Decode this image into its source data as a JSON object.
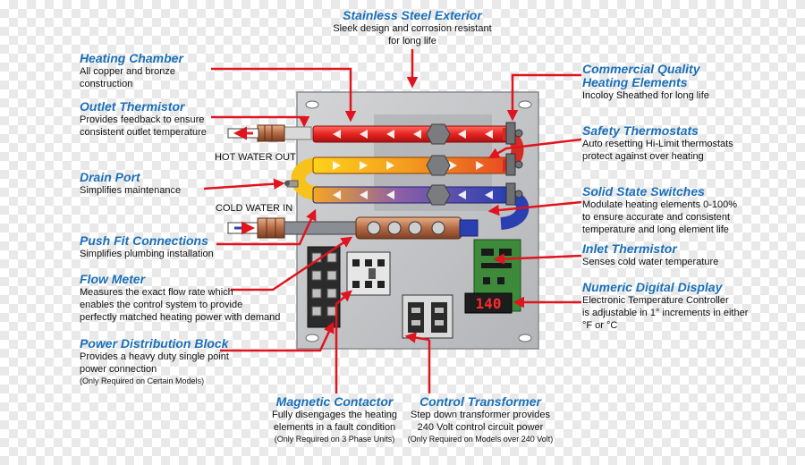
{
  "colors": {
    "callout_title": "#1a6fb8",
    "arrow": "#e0141e",
    "panel": "#c6c7c9",
    "hot_pipe": "#e52421",
    "cold_pipe": "#2a3fb0",
    "display_bg": "#1d1d1d",
    "display_digits": "#ff2a2a"
  },
  "labels": {
    "stainless": {
      "title": "Stainless Steel Exterior",
      "lines": [
        "Sleek design and corrosion resistant",
        "for long life"
      ]
    },
    "heating_chamber": {
      "title": "Heating Chamber",
      "lines": [
        "All copper and bronze",
        "construction"
      ]
    },
    "outlet_thermistor": {
      "title": "Outlet Thermistor",
      "lines": [
        "Provides feedback to ensure",
        "consistent outlet temperature"
      ]
    },
    "drain_port": {
      "title": "Drain Port",
      "lines": [
        "Simplifies maintenance"
      ]
    },
    "push_fit": {
      "title": "Push Fit Connections",
      "lines": [
        "Simplifies plumbing installation"
      ]
    },
    "flow_meter": {
      "title": "Flow Meter",
      "lines": [
        "Measures the exact flow rate which",
        "enables the control system to provide",
        "perfectly matched heating power with demand"
      ]
    },
    "power_distribution": {
      "title": "Power Distribution Block",
      "lines": [
        "Provides a heavy duty single point",
        "power connection"
      ],
      "note": "(Only Required on Certain Models)"
    },
    "magnetic_contactor": {
      "title": "Magnetic Contactor",
      "lines": [
        "Fully disengages the heating",
        "elements in a fault condition"
      ],
      "note": "(Only Required on 3 Phase Units)"
    },
    "control_transformer": {
      "title": "Control Transformer",
      "lines": [
        "Step down transformer provides",
        "240 Volt control circuit power"
      ],
      "note": "(Only Required on Models over 240 Volt)"
    },
    "commercial_elements": {
      "title": "Commercial Quality",
      "title2": "Heating Elements",
      "lines": [
        "Incoloy Sheathed for long life"
      ]
    },
    "safety_thermostats": {
      "title": "Safety Thermostats",
      "lines": [
        "Auto resetting Hi-Limit thermostats",
        "protect against over heating"
      ]
    },
    "solid_state": {
      "title": "Solid State Switches",
      "lines": [
        "Modulate heating elements 0-100%",
        "to ensure accurate and consistent",
        "temperature and long element life"
      ]
    },
    "inlet_thermistor": {
      "title": "Inlet Thermistor",
      "lines": [
        "Senses cold water temperature"
      ]
    },
    "numeric_display": {
      "title": "Numeric Digital Display",
      "lines": [
        "Electronic Temperature Controller",
        "is adjustable in 1° increments in either",
        "°F or °C"
      ]
    }
  },
  "plain": {
    "hot_water_out": "HOT WATER OUT",
    "cold_water_in": "COLD WATER IN"
  },
  "display": {
    "reading": "140"
  }
}
